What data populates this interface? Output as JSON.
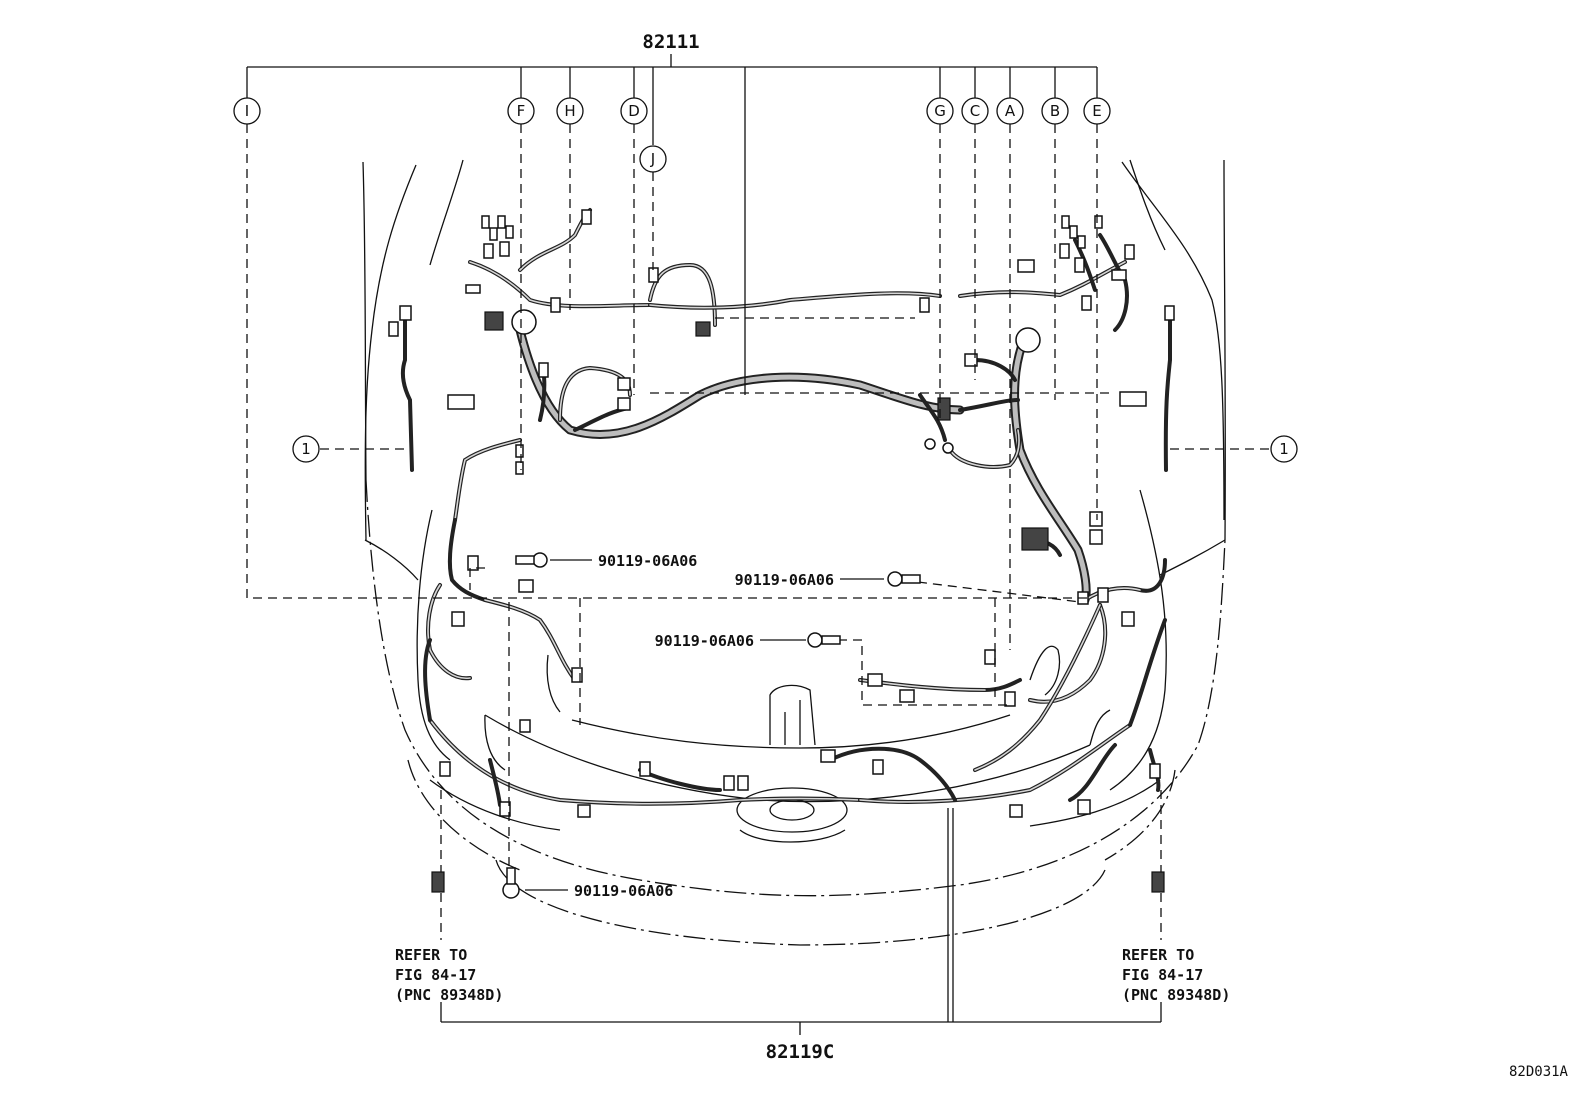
{
  "parts": {
    "main_harness": "82111",
    "lower_harness": "82119C",
    "bolt_1": "90119-06A06",
    "bolt_2": "90119-06A06",
    "bolt_3": "90119-06A06",
    "bolt_4": "90119-06A06"
  },
  "callouts": {
    "I": "I",
    "F": "F",
    "H": "H",
    "D": "D",
    "J": "J",
    "G": "G",
    "C": "C",
    "A": "A",
    "B": "B",
    "E": "E",
    "one_left": "1",
    "one_right": "1"
  },
  "refer_left": {
    "line1": "REFER TO",
    "line2": "FIG 84-17",
    "line3": "(PNC 89348D)"
  },
  "refer_right": {
    "line1": "REFER TO",
    "line2": "FIG 84-17",
    "line3": "(PNC 89348D)"
  },
  "figure_code": "82D031A"
}
